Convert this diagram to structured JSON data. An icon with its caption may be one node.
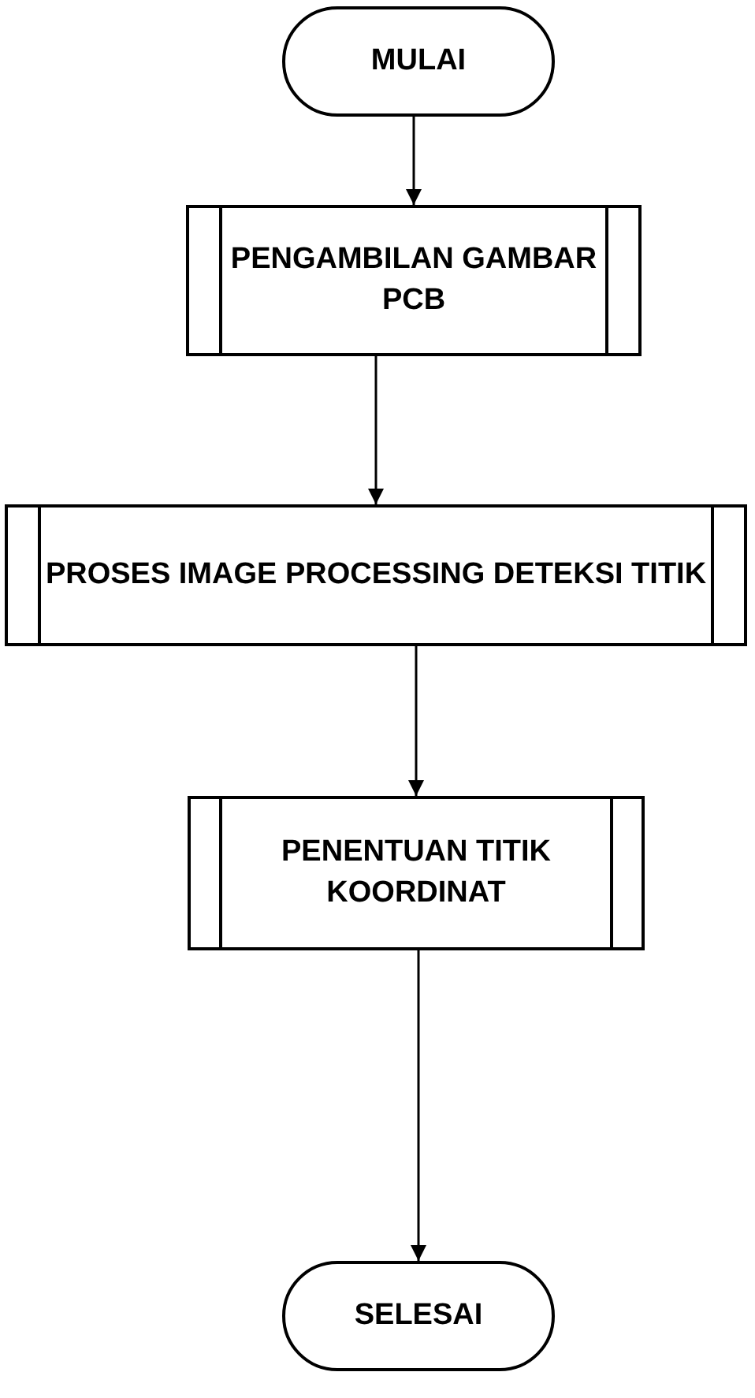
{
  "diagram": {
    "nodes": [
      {
        "text": [
          "MULAI"
        ]
      },
      {
        "text": [
          "PENGAMBILAN GAMBAR PCB"
        ]
      },
      {
        "text": [
          "PROSES IMAGE PROCESSING DETEKSI TITIK"
        ]
      },
      {
        "text": [
          "PENENTUAN TITIK KOORDINAT"
        ]
      },
      {
        "text": [
          "SELESAI"
        ]
      }
    ],
    "edges": [
      {
        "from": 0,
        "to": 1,
        "arrow": "to"
      },
      {
        "from": 1,
        "to": 2,
        "arrow": "to"
      },
      {
        "from": 2,
        "to": 3,
        "arrow": "to"
      },
      {
        "from": 3,
        "to": 4,
        "arrow": "to"
      }
    ]
  }
}
